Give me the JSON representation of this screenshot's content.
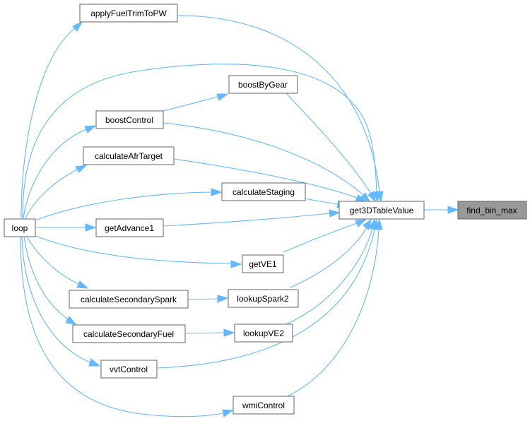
{
  "nodes": {
    "applyFuelTrimToPW": "applyFuelTrimToPW",
    "boostByGear": "boostByGear",
    "boostControl": "boostControl",
    "calculateAfrTarget": "calculateAfrTarget",
    "calculateStaging": "calculateStaging",
    "get3DTableValue": "get3DTableValue",
    "find_bin_max": "find_bin_max",
    "loop": "loop",
    "getAdvance1": "getAdvance1",
    "getVE1": "getVE1",
    "calculateSecondarySpark": "calculateSecondarySpark",
    "lookupSpark2": "lookupSpark2",
    "calculateSecondaryFuel": "calculateSecondaryFuel",
    "lookupVE2": "lookupVE2",
    "vvtControl": "vvtControl",
    "wmiControl": "wmiControl"
  },
  "colors": {
    "edge": "#63b8ff",
    "node_border": "#666666",
    "focus_fill": "#999999"
  }
}
